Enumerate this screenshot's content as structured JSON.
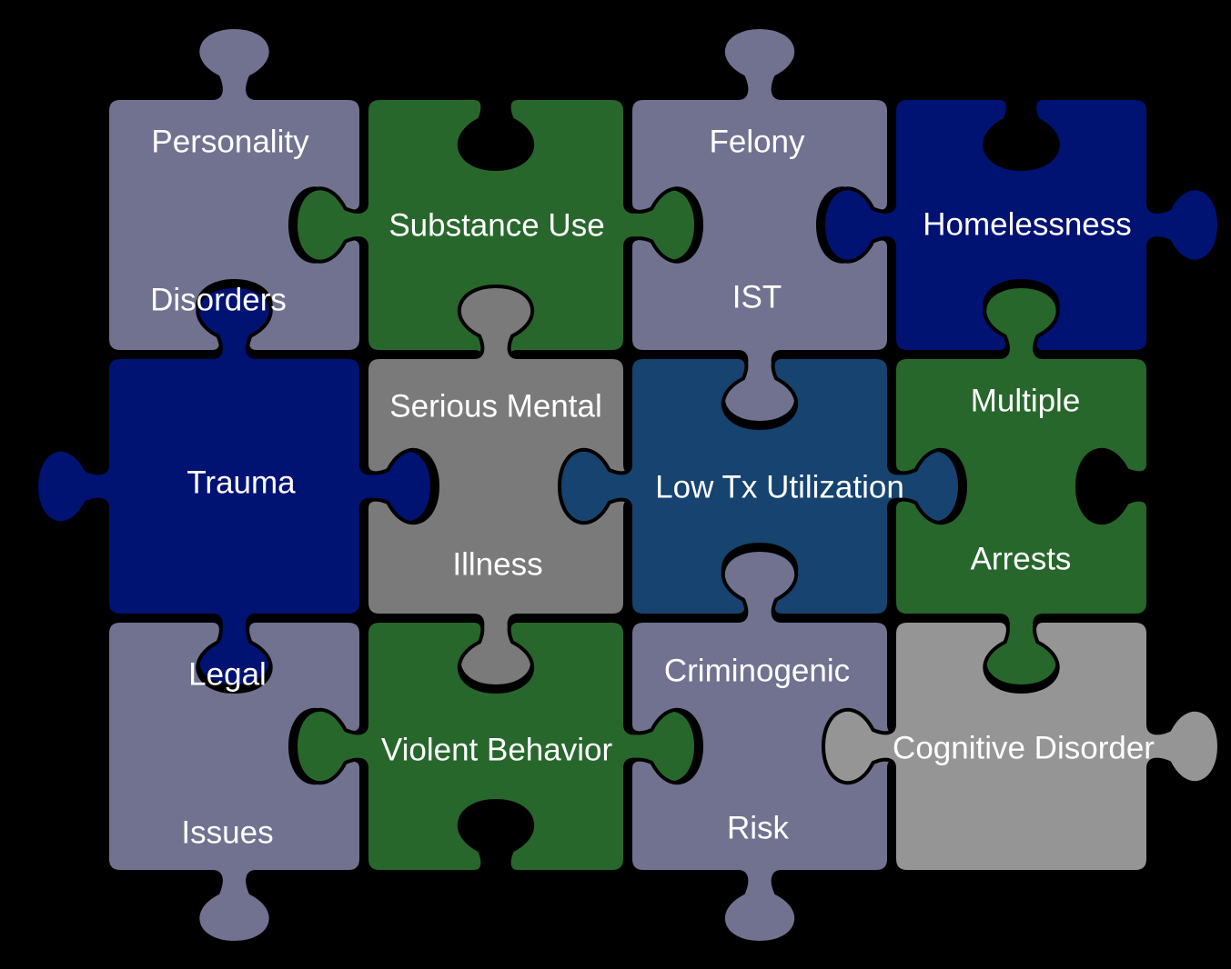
{
  "palette": {
    "background": "#000000",
    "slate": "#707290",
    "green": "#27672c",
    "navy": "#001272",
    "gray": "#7a7a7a",
    "steel_blue": "#16436f",
    "light_gray": "#959595",
    "text": "#ffffff"
  },
  "pieces": {
    "personality_disorders": {
      "line1": "Personality",
      "line2": "Disorders",
      "color": "#707290"
    },
    "substance_use": {
      "label": "Substance Use",
      "color": "#27672c"
    },
    "felony_ist": {
      "line1": "Felony",
      "line2": "IST",
      "color": "#707290"
    },
    "homelessness": {
      "label": "Homelessness",
      "color": "#001272"
    },
    "trauma": {
      "label": "Trauma",
      "color": "#001272"
    },
    "serious_mental_illness": {
      "line1": "Serious Mental",
      "line2": "Illness",
      "color": "#7a7a7a"
    },
    "low_tx_utilization": {
      "label": "Low Tx Utilization",
      "color": "#16436f"
    },
    "multiple_arrests": {
      "line1": "Multiple",
      "line2": "Arrests",
      "color": "#27672c"
    },
    "legal_issues": {
      "line1": "Legal",
      "line2": "Issues",
      "color": "#707290"
    },
    "violent_behavior": {
      "label": "Violent Behavior",
      "color": "#27672c"
    },
    "criminogenic_risk": {
      "line1": "Criminogenic",
      "line2": "Risk",
      "color": "#707290"
    },
    "cognitive_disorder": {
      "label": "Cognitive Disorder",
      "color": "#959595"
    }
  }
}
